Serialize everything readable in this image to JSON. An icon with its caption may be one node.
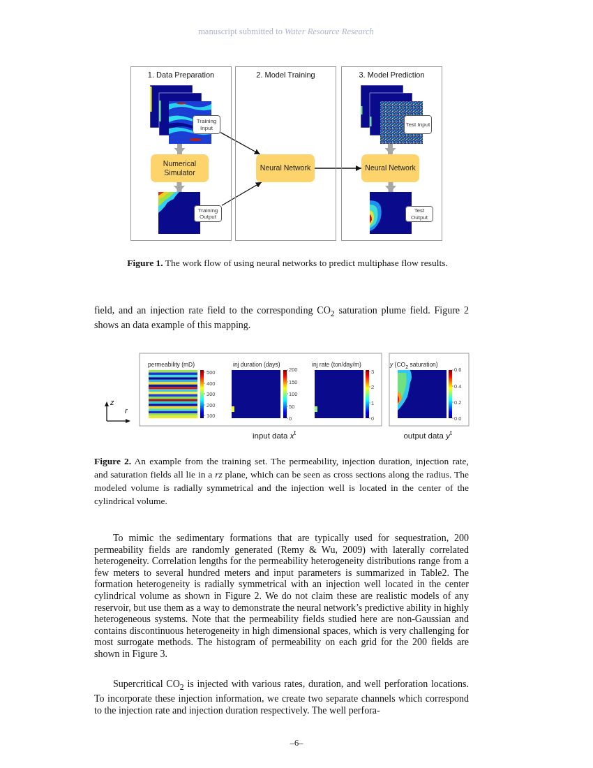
{
  "diagram": {
    "nodes": [
      {
        "text": [
          "1. Data Preparation"
        ]
      },
      {
        "text": [],
        "shape": "picture",
        "in": 0
      },
      {
        "text": [
          "Training Input"
        ],
        "in": 0
      },
      {
        "text": [
          "Numerical Simulator"
        ],
        "in": 0
      },
      {
        "text": [],
        "shape": "picture",
        "in": 0
      },
      {
        "text": [
          "Training Output"
        ],
        "in": 0
      },
      {
        "text": [
          "2. Model Training"
        ]
      },
      {
        "text": [
          "Neural Network"
        ],
        "in": 6
      },
      {
        "text": [
          "3. Model Prediction"
        ]
      },
      {
        "text": [],
        "shape": "picture",
        "in": 8
      },
      {
        "text": [
          "Test Input"
        ],
        "in": 8
      },
      {
        "text": [
          "Neural Network"
        ],
        "in": 8
      },
      {
        "text": [],
        "shape": "picture",
        "in": 8
      },
      {
        "text": [
          "Test Output"
        ],
        "in": 8
      }
    ],
    "edges": [
      {
        "from": 1,
        "to": 3,
        "arrow": "to"
      },
      {
        "from": 3,
        "to": 4,
        "arrow": "to"
      },
      {
        "from": 2,
        "to": 7,
        "arrow": "to",
        "color": "#111111"
      },
      {
        "from": 5,
        "to": 7,
        "arrow": "to",
        "color": "#111111"
      },
      {
        "from": 7,
        "to": 11,
        "arrow": "to",
        "color": "#111111"
      },
      {
        "from": 9,
        "to": 11,
        "arrow": "to"
      },
      {
        "from": 11,
        "to": 12,
        "arrow": "to"
      }
    ],
    "labels": [
      "manuscript submitted to *Water Resource Research*",
      "**Figure 1.** The work flow of using neural networks to predict multiphase flow results.",
      "field, and an injection rate field to the corresponding CO$_{2}$ saturation plume field. Figure 2 shows an data example of this mapping.",
      "permeability (mD)",
      "500",
      "400",
      "300",
      "200",
      "100",
      "inj duration (days)",
      "200",
      "150",
      "100",
      "50",
      "0",
      "inj rate (ton/day/m)",
      "3",
      "2",
      "1",
      "0",
      "*y* (CO$_{2}$ saturation)",
      "0.6",
      "0.4",
      "0.2",
      "0.0",
      "z",
      "r",
      "input data *x*$^{t}$",
      "output data *y*$^{t}$",
      "**Figure 2.** An example from the training set. The permeability, injection duration, injection rate, and saturation fields all lie in a *rz* plane, which can be seen as cross sections along the radius. The modeled volume is radially symmetrical and the injection well is located in the center of the cylindrical volume.",
      "To mimic the sedimentary formations that are typically used for sequestration, 200 permeability fields are randomly generated (Remy & Wu, 2009) with laterally correlated heterogeneity. Correlation lengths for the permeability heterogeneity distributions range from a few meters to several hundred meters and input parameters is summarized in Table2. The formation heterogeneity is radially symmetrical with an injection well located in the center cylindrical volume as shown in Figure 2. We do not claim these are realistic models of any reservoir, but use them as a way to demonstrate the neural network’s predictive ability in highly heterogeneous systems. Note that the permeability fields studied here are non-Gaussian and contains discontinuous heterogeneity in high dimensional spaces, which is very challenging for most surrogate methods. The histogram of permeability on each grid for the 200 fields are shown in Figure 3.",
      "Supercritical CO$_{2}$ is injected with various rates, duration, and well perforation locations. To incorporate these injection information, we create two separate channels which correspond to the injection rate and injection duration respectively. The well perfora-",
      "–6–"
    ]
  }
}
